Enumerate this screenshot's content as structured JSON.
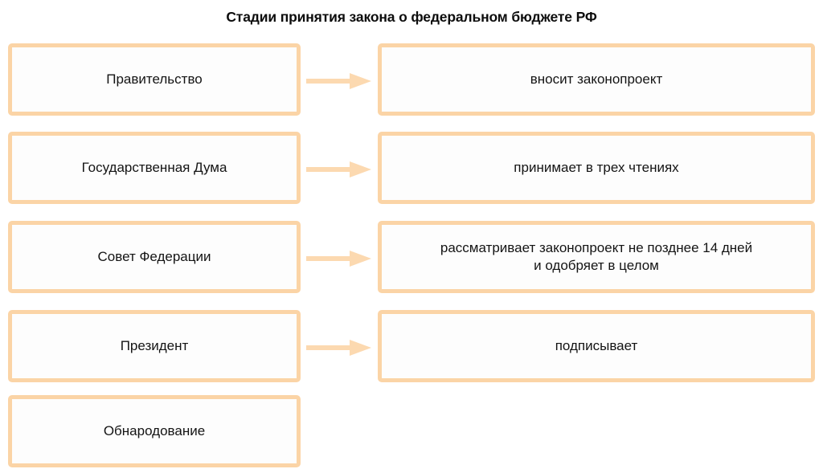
{
  "title": "Стадии принятия закона о федеральном бюджете РФ",
  "colors": {
    "border": "#FBD4A6",
    "arrow": "#FCD9B0",
    "box_fill": "#FDFDFD",
    "page_background": "#FFFFFF",
    "text": "#141414"
  },
  "rows": [
    {
      "actor": "Правительство",
      "action": "вносит законопроект",
      "arrow": "arrow-right-icon",
      "has_arrow": true,
      "has_action": true
    },
    {
      "actor": "Государственная Дума",
      "action": "принимает в трех чтениях",
      "arrow": "arrow-right-icon",
      "has_arrow": true,
      "has_action": true
    },
    {
      "actor": "Совет Федерации",
      "action": "рассматривает законопроект не позднее 14 дней\nи одобряет в целом",
      "arrow": "arrow-right-icon",
      "has_arrow": true,
      "has_action": true
    },
    {
      "actor": "Президент",
      "action": "подписывает",
      "arrow": "arrow-right-icon",
      "has_arrow": true,
      "has_action": true
    },
    {
      "actor": "Обнародование",
      "action": "",
      "arrow": "",
      "has_arrow": false,
      "has_action": false
    }
  ]
}
